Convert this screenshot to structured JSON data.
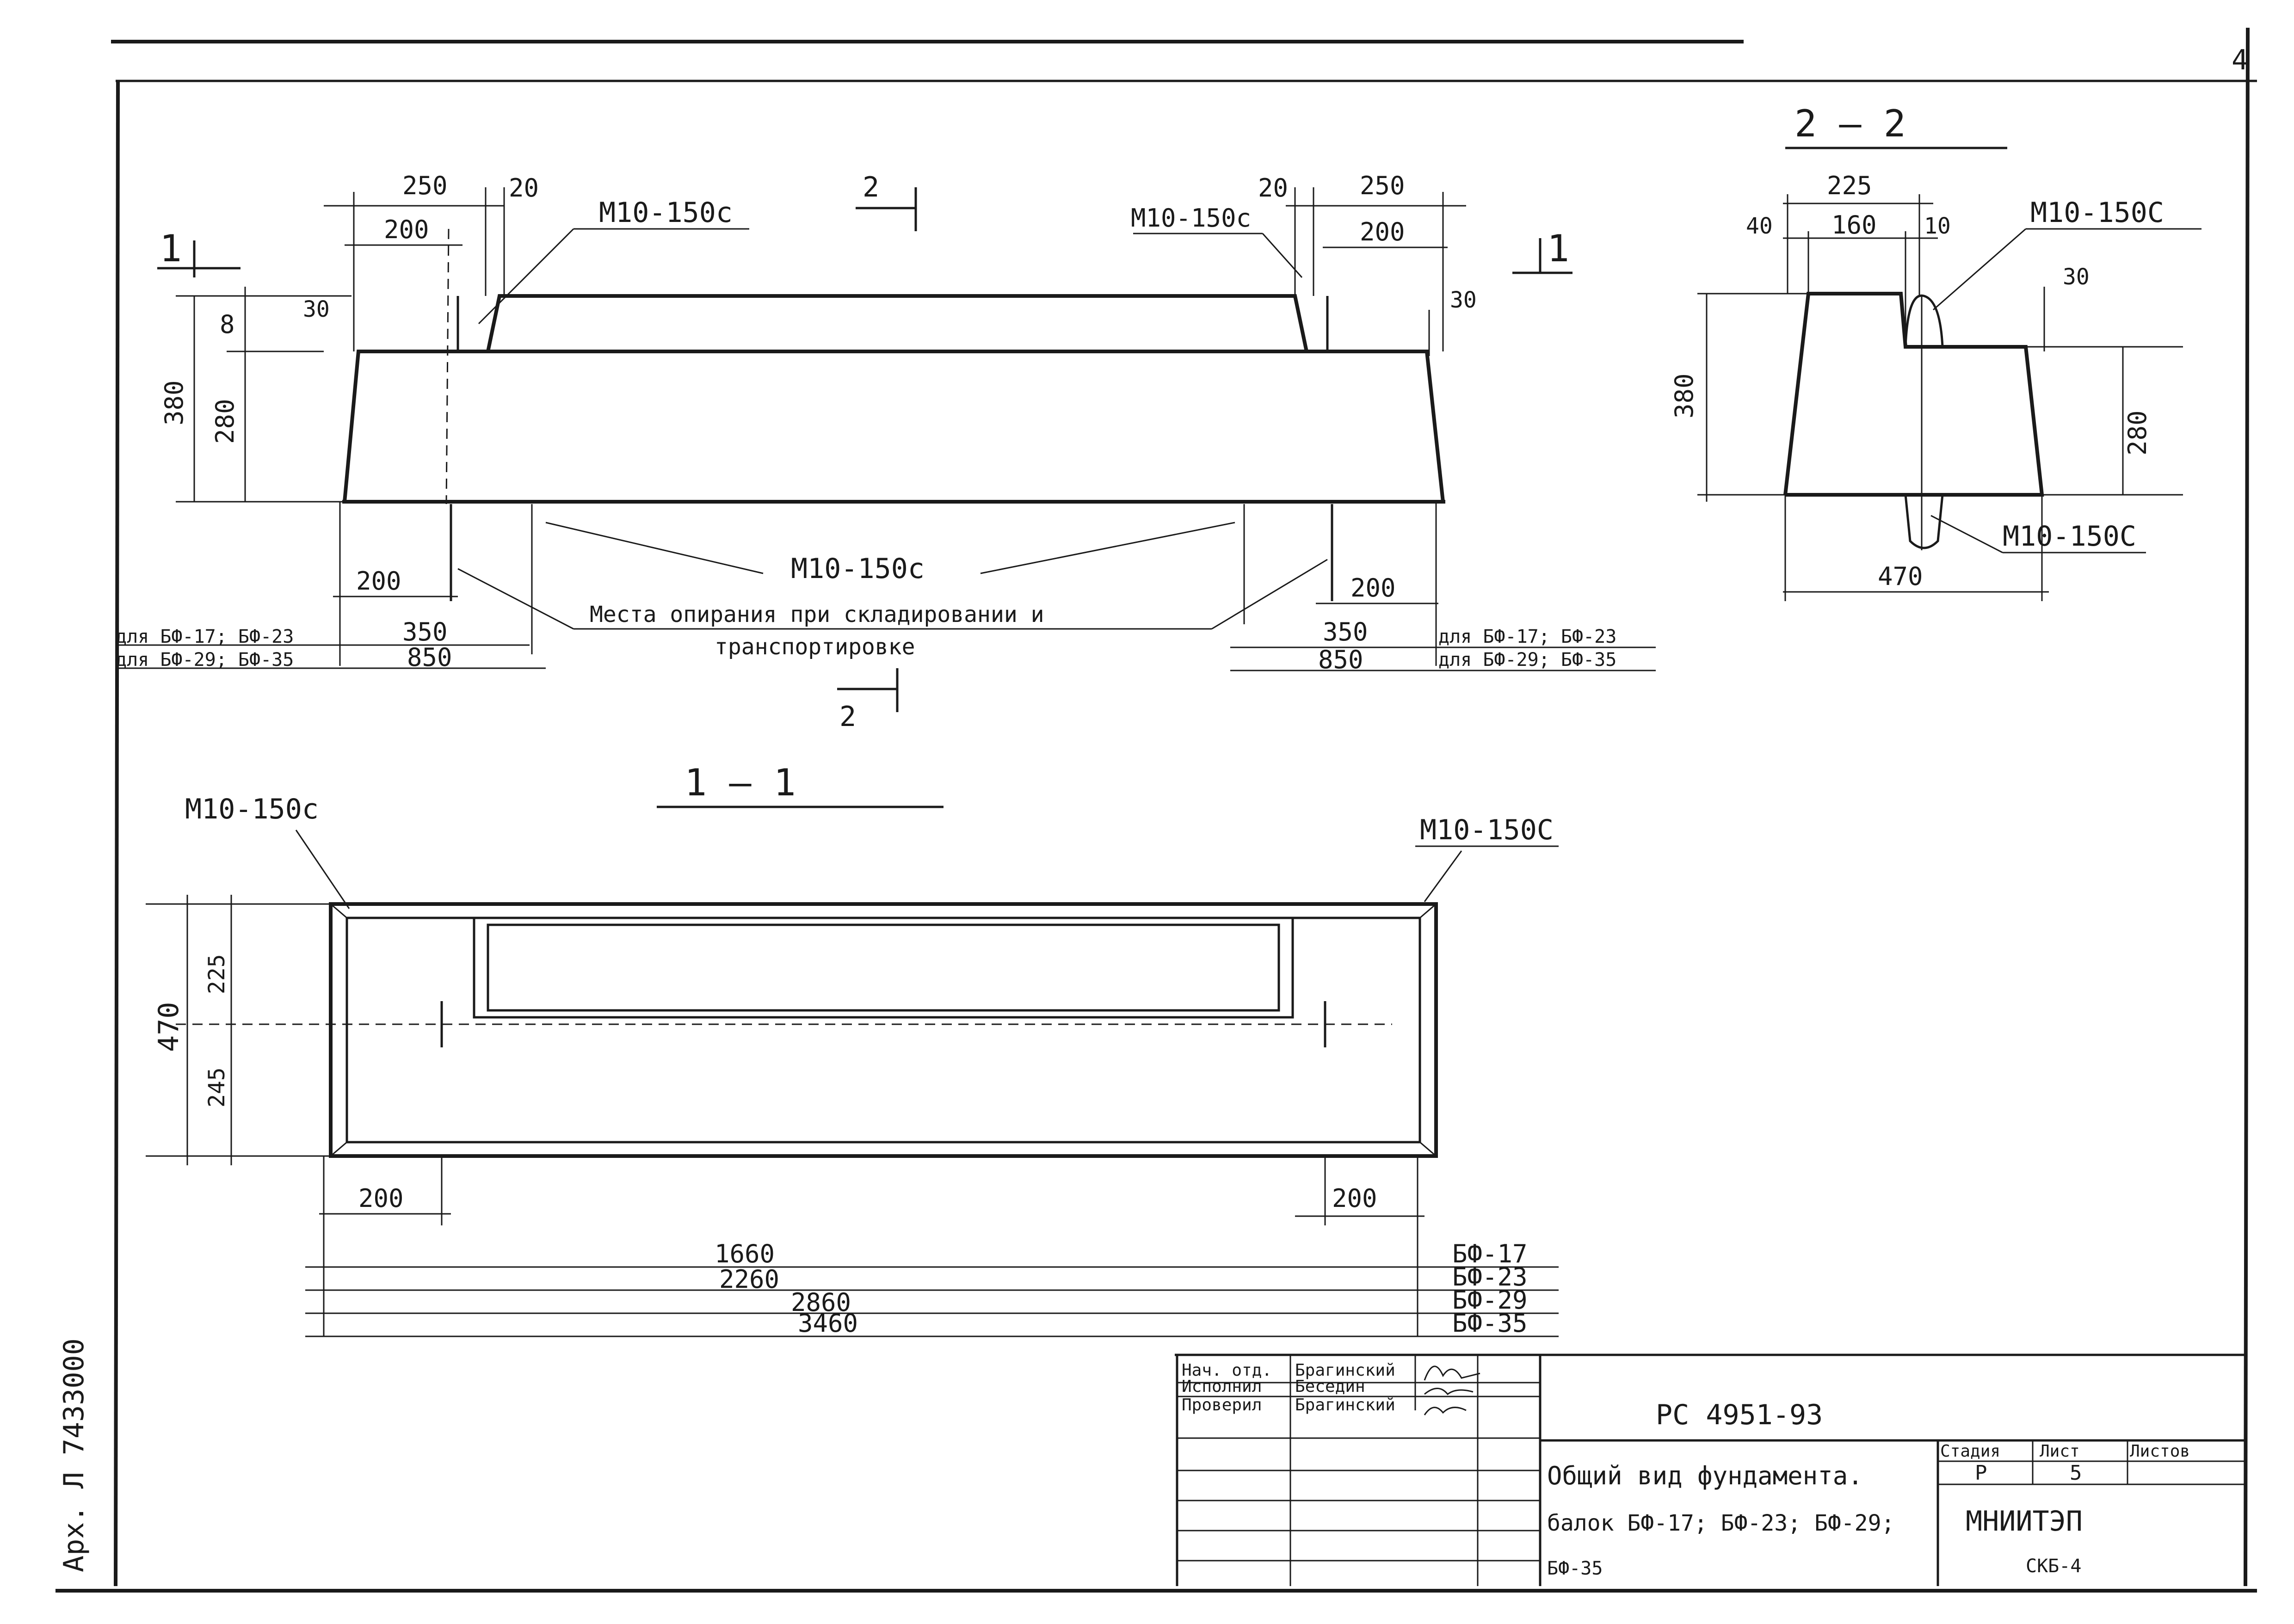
{
  "page_number": "4",
  "section_2_title": "2 — 2",
  "section_1_title": "1 — 1",
  "elevation": {
    "cut1_left": "1",
    "cut1_right": "1",
    "cut2_top": "2",
    "cut2_bottom": "2",
    "dim_250_left": "250",
    "dim_20_left": "20",
    "dim_200_left_top": "200",
    "dim_20_right": "20",
    "dim_250_right": "250",
    "dim_200_right_top": "200",
    "dim_8": "8",
    "dim_30_left": "30",
    "dim_30_right": "30",
    "dim_380": "380",
    "dim_280": "280",
    "mark_top_left": "M10-150c",
    "mark_top_right": "M10-150c",
    "mark_bottom": "M10-150c",
    "dim_200_bottom_left": "200",
    "dim_200_bottom_right": "200",
    "support_note_line1": "Места опирания при складировании и",
    "support_note_line2": "транспортировке",
    "for_17_23_left": "для БФ-17; БФ-23",
    "for_29_35_left": "для БФ-29; БФ-35",
    "dim_350_left": "350",
    "dim_850_left": "850",
    "dim_350_right": "350",
    "dim_850_right": "850",
    "for_17_23_right": "для БФ-17; БФ-23",
    "for_29_35_right": "для БФ-29; БФ-35"
  },
  "section22": {
    "dim_225": "225",
    "dim_40": "40",
    "dim_160": "160",
    "dim_10": "10",
    "mark_top": "M10-150C",
    "dim_30": "30",
    "dim_380": "380",
    "dim_280": "280",
    "mark_bottom": "M10-150C",
    "dim_470": "470"
  },
  "plan": {
    "mark_left": "M10-150c",
    "mark_right": "M10-150C",
    "dim_470": "470",
    "dim_225": "225",
    "dim_245": "245",
    "dim_200_left": "200",
    "dim_200_right": "200",
    "len_1660": "1660",
    "len_2260": "2260",
    "len_2860": "2860",
    "len_3460": "3460",
    "type_17": "БФ-17",
    "type_23": "БФ-23",
    "type_29": "БФ-29",
    "type_35": "БФ-35"
  },
  "title_block": {
    "role_head": "Нач. отд.",
    "name_head": "Брагинский",
    "role_exec": "Исполнил",
    "name_exec": "Беседин",
    "role_check": "Проверил",
    "name_check": "Брагинский",
    "doc_code": "РС 4951-93",
    "title_line1": "Общий вид фундамента.",
    "title_line2": "балок БФ-17; БФ-23; БФ-29;",
    "title_line3": "БФ-35",
    "hdr_stage": "Стадия",
    "hdr_sheet": "Лист",
    "hdr_sheets": "Листов",
    "stage_value": "Р",
    "sheet_value": "5",
    "org_line1": "МНИИТЭП",
    "org_line2": "СКБ-4"
  },
  "margin_note": "Арх. Л 7433000"
}
